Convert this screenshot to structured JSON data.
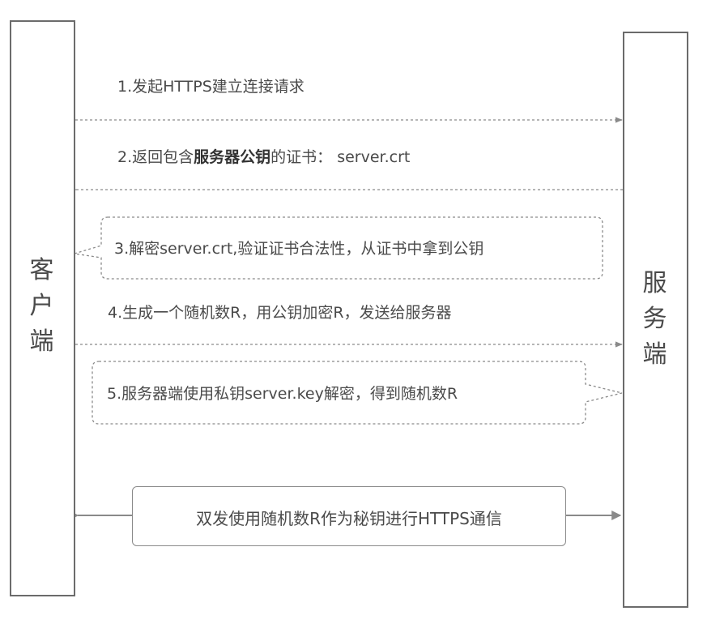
{
  "client": {
    "label_lines": [
      "客",
      "户",
      "端"
    ]
  },
  "server": {
    "label_lines": [
      "服",
      "务",
      "端"
    ]
  },
  "steps": [
    {
      "text": "1.发起HTTPS建立连接请求"
    },
    {
      "text_before": "2.返回包含",
      "text_bold": "服务器公钥",
      "text_after": "的证书：  server.crt"
    },
    {
      "text": "3.解密server.crt,验证证书合法性，从证书中拿到公钥"
    },
    {
      "text": "4.生成一个随机数R，用公钥加密R，发送给服务器"
    },
    {
      "text": "5.服务器端使用私钥server.key解密，得到随机数R"
    }
  ],
  "final": {
    "text": "双发使用随机数R作为秘钥进行HTTPS通信"
  },
  "colors": {
    "line": "#8a8a8a",
    "text": "#4a4a4a",
    "border": "#6b6b6b"
  }
}
